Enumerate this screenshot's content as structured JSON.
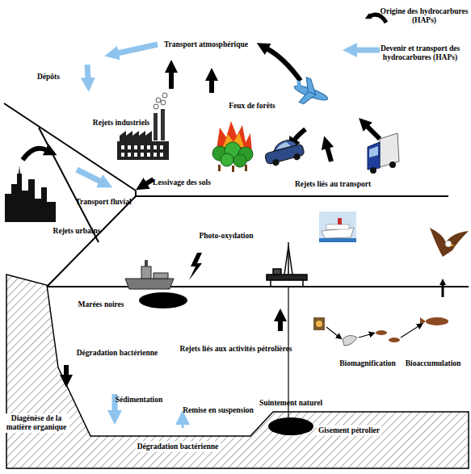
{
  "diagram": {
    "labels": [
      "Transport atmosphérique",
      "Dépôts",
      "Feux de forêts",
      "Rejets industriels",
      "Lessivage des sols",
      "Rejets liés au transport",
      "Transport fluvial",
      "Rejets urbains",
      "Photo-oxydation",
      "Marées noires",
      "Dégradation bactérienne",
      "Rejets liés aux activités pétrolières",
      "Biomagnification",
      "Bioaccumulation",
      "Sédimentation",
      "Remise en suspension",
      "Suintement naturel",
      "Diagénèse de la matière organique",
      "Gisement pétrolier",
      "Dégradation bactérienne"
    ],
    "legend": [
      {
        "text": "Origine des hydrocarbures (HAPs)"
      },
      {
        "text": "Devenir et transport des hydrocarbures (HAPs)"
      }
    ]
  }
}
